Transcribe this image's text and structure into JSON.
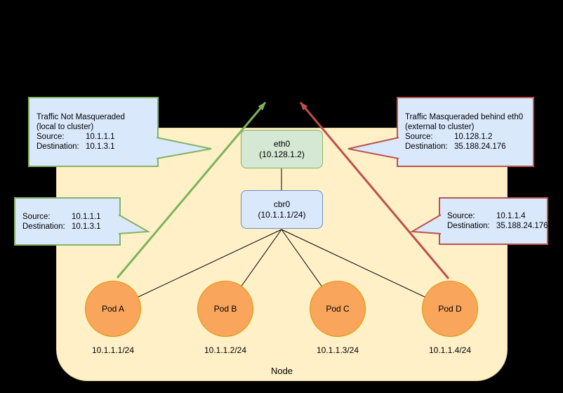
{
  "node": {
    "label": "Node"
  },
  "eth0": {
    "name": "eth0",
    "ip": "(10.128.1.2)"
  },
  "cbr0": {
    "name": "cbr0",
    "ip": "(10.1.1.1/24)"
  },
  "pods": [
    {
      "name": "Pod A",
      "ip": "10.1.1.1/24"
    },
    {
      "name": "Pod B",
      "ip": "10.1.1.2/24"
    },
    {
      "name": "Pod C",
      "ip": "10.1.1.3/24"
    },
    {
      "name": "Pod D",
      "ip": "10.1.1.4/24"
    }
  ],
  "callouts": {
    "not_masq": {
      "line1": "Traffic Not Masqueraded",
      "line2": "(local to cluster)",
      "source_label": "Source:",
      "source_value": "10.1.1.1",
      "dest_label": "Destination:",
      "dest_value": "10.1.3.1"
    },
    "not_masq_detail": {
      "source_label": "Source:",
      "source_value": "10.1.1.1",
      "dest_label": "Destination:",
      "dest_value": "10.1.3.1"
    },
    "masq": {
      "line1": "Traffic Masqueraded behind eth0",
      "line2": "(external to cluster)",
      "source_label": "Source:",
      "source_value": "10.128.1.2",
      "dest_label": "Destination:",
      "dest_value": "35.188.24.176"
    },
    "masq_detail": {
      "source_label": "Source:",
      "source_value": "10.1.1.4",
      "dest_label": "Destination:",
      "dest_value": "35.188.24.176"
    }
  },
  "colors": {
    "background": "#000000",
    "node_fill": "#FFF0C8",
    "callout_fill": "#DAE8FC",
    "green_accent": "#82B366",
    "red_accent": "#B85450",
    "blue_border": "#6C8EBF",
    "orange_border": "#D79B00",
    "pod_fill": "#F9A55C",
    "eth0_fill": "#D5E8D4",
    "green_arrow": "#7CB35B",
    "red_arrow": "#BE4F4B"
  }
}
